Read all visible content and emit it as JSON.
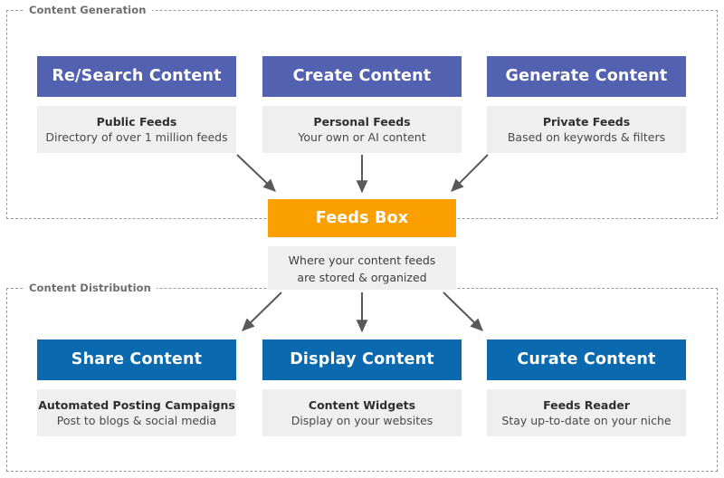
{
  "diagram": {
    "title_regions": {
      "generation": "Content Generation",
      "distribution": "Content Distribution"
    },
    "colors": {
      "generation_header": "#5262b0",
      "distribution_header": "#0b69af",
      "hub_header": "#fba000",
      "card_body": "#efefef",
      "region_border": "#9b9b9b",
      "arrow": "#595959"
    },
    "generation_cards": [
      {
        "heading": "Re/Search Content",
        "body_title": "Public Feeds",
        "body_subtitle": "Directory of over 1 million feeds"
      },
      {
        "heading": "Create Content",
        "body_title": "Personal Feeds",
        "body_subtitle": "Your own or AI content"
      },
      {
        "heading": "Generate Content",
        "body_title": "Private Feeds",
        "body_subtitle": "Based on keywords & filters"
      }
    ],
    "hub": {
      "heading": "Feeds Box",
      "body_line1": "Where your content feeds",
      "body_line2": "are stored & organized"
    },
    "distribution_cards": [
      {
        "heading": "Share Content",
        "body_title": "Automated Posting Campaigns",
        "body_subtitle": "Post to blogs & social media"
      },
      {
        "heading": "Display Content",
        "body_title": "Content Widgets",
        "body_subtitle": "Display on your websites"
      },
      {
        "heading": "Curate Content",
        "body_title": "Feeds Reader",
        "body_subtitle": "Stay up-to-date on your niche"
      }
    ],
    "arrows": [
      {
        "name": "research-to-hub",
        "direction": "down-right"
      },
      {
        "name": "create-to-hub",
        "direction": "down"
      },
      {
        "name": "generate-to-hub",
        "direction": "down-left"
      },
      {
        "name": "hub-to-share",
        "direction": "down-left"
      },
      {
        "name": "hub-to-display",
        "direction": "down"
      },
      {
        "name": "hub-to-curate",
        "direction": "down-right"
      }
    ]
  }
}
